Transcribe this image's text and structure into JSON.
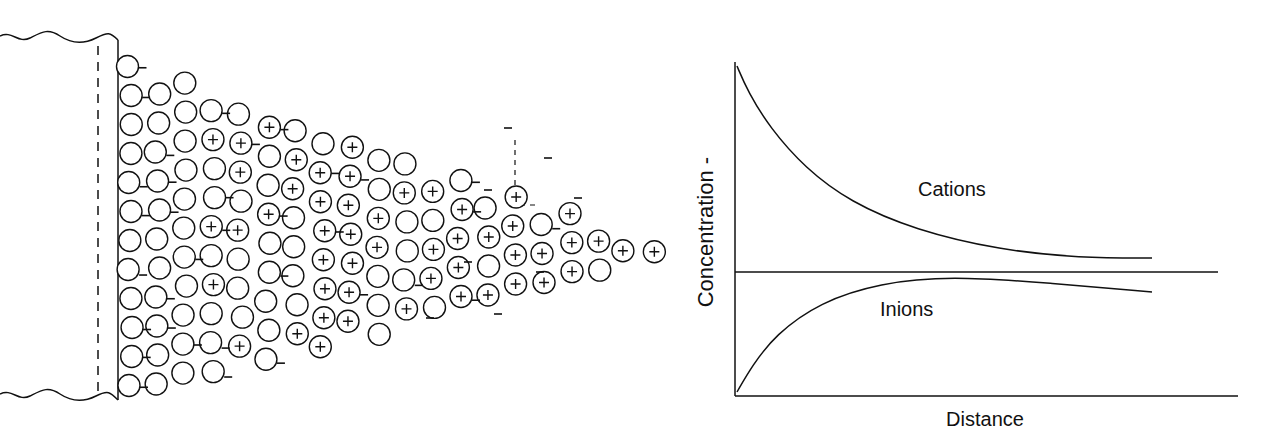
{
  "diagram": {
    "labels": [
      "Concentration -",
      "Cations",
      "Inions",
      "Distance"
    ]
  }
}
